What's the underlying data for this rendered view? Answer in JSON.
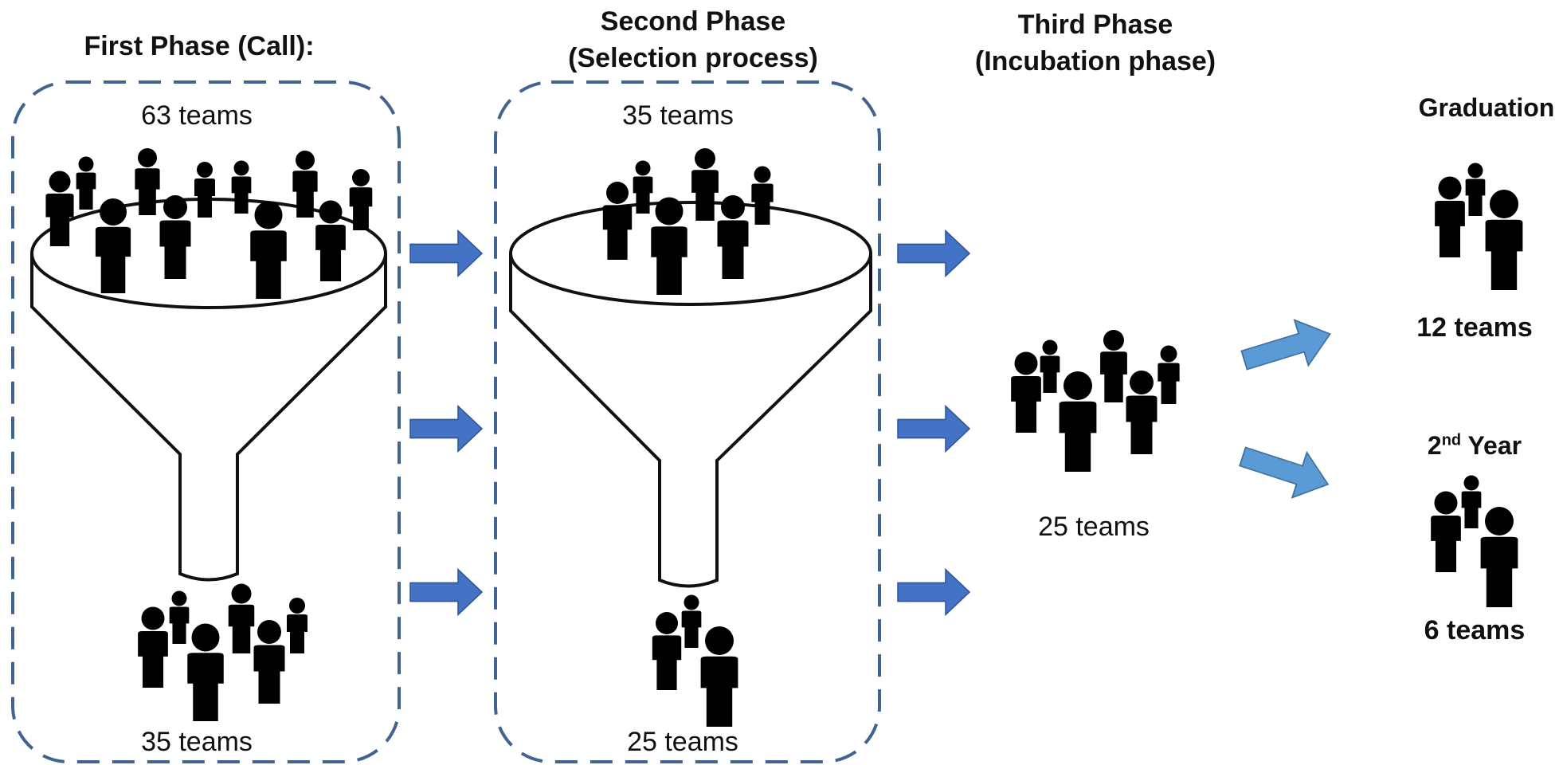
{
  "phases": {
    "first": {
      "title": "First Phase (Call):",
      "in_count": "63 teams",
      "out_count": "35 teams"
    },
    "second": {
      "title_line1": "Second Phase",
      "title_line2": "(Selection process)",
      "in_count": "35 teams",
      "out_count": "25 teams"
    },
    "third": {
      "title_line1": "Third Phase",
      "title_line2": "(Incubation phase)",
      "count": "25 teams"
    }
  },
  "outcomes": {
    "graduation": {
      "title": "Graduation",
      "count": "12 teams"
    },
    "second_year": {
      "title_main": "2",
      "title_sup": "nd",
      "title_rest": " Year",
      "count": "6 teams"
    }
  },
  "colors": {
    "arrow": "#4472C4",
    "arrow_light": "#5B9BD5",
    "box_border": "#41638F",
    "people": "#000000"
  },
  "icons": [
    "person-icon",
    "funnel-icon",
    "arrow-icon"
  ]
}
